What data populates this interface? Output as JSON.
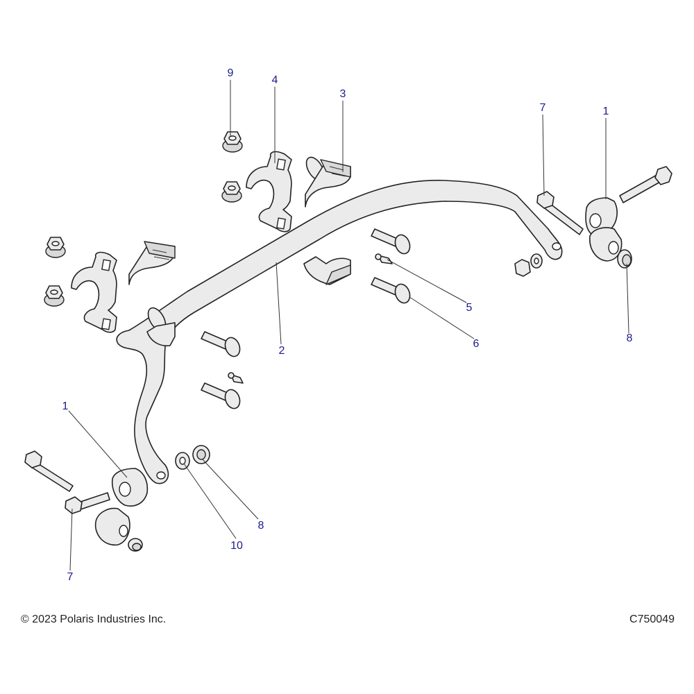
{
  "callouts": [
    {
      "id": "c9",
      "text": "9"
    },
    {
      "id": "c4",
      "text": "4"
    },
    {
      "id": "c3",
      "text": "3"
    },
    {
      "id": "c7a",
      "text": "7"
    },
    {
      "id": "c1a",
      "text": "1"
    },
    {
      "id": "c5",
      "text": "5"
    },
    {
      "id": "c6",
      "text": "6"
    },
    {
      "id": "c8a",
      "text": "8"
    },
    {
      "id": "c2",
      "text": "2"
    },
    {
      "id": "c1b",
      "text": "1"
    },
    {
      "id": "c8b",
      "text": "8"
    },
    {
      "id": "c10",
      "text": "10"
    },
    {
      "id": "c7b",
      "text": "7"
    }
  ],
  "footer": {
    "copyright": "© 2023 Polaris Industries Inc.",
    "drawing_id": "C750049"
  }
}
